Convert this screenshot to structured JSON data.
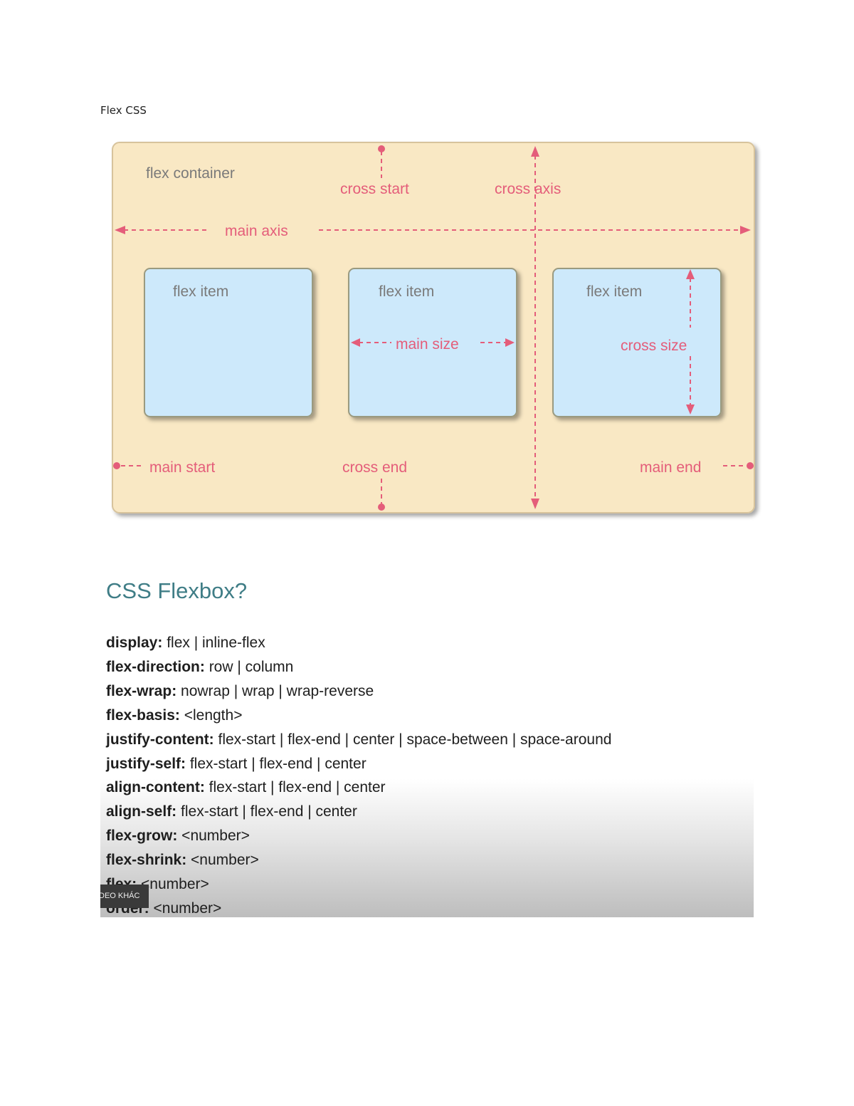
{
  "document": {
    "title": "Flex CSS"
  },
  "diagram": {
    "container_label": "flex container",
    "cross_start": "cross start",
    "cross_axis": "cross axis",
    "main_axis": "main axis",
    "items": [
      {
        "label": "flex item"
      },
      {
        "label": "flex item",
        "dimension_label": "main size"
      },
      {
        "label": "flex item",
        "dimension_label": "cross size"
      }
    ],
    "main_start": "main start",
    "cross_end": "cross end",
    "main_end": "main end",
    "colors": {
      "container_fill": "#f9e8c4",
      "container_border": "#d7c39c",
      "item_fill": "#cde9fb",
      "item_border": "#9a9a80",
      "annotation": "#e45d7a",
      "label": "#7a7a7a"
    }
  },
  "slide": {
    "heading": "CSS Flexbox?",
    "properties": [
      {
        "name": "display:",
        "values": " flex | inline-flex"
      },
      {
        "name": "flex-direction:",
        "values": " row | column"
      },
      {
        "name": "flex-wrap:",
        "values": " nowrap | wrap | wrap-reverse"
      },
      {
        "name": "flex-basis:",
        "values": " <length>"
      },
      {
        "name": "justify-content:",
        "values": " flex-start | flex-end | center | space-between | space-around"
      },
      {
        "name": "justify-self:",
        "values": " flex-start | flex-end | center"
      },
      {
        "name": "align-content:",
        "values": " flex-start | flex-end | center"
      },
      {
        "name": "align-self:",
        "values": " flex-start | flex-end | center"
      },
      {
        "name": "flex-grow:",
        "values": " <number>"
      },
      {
        "name": "flex-shrink:",
        "values": " <number>"
      },
      {
        "name": "flex:",
        "values": " <number>"
      },
      {
        "name": "order:",
        "values": " <number>"
      }
    ],
    "video_badge": "DEO KHÁC",
    "colors": {
      "heading": "#3f7d86",
      "text": "#1e1e1e"
    }
  }
}
